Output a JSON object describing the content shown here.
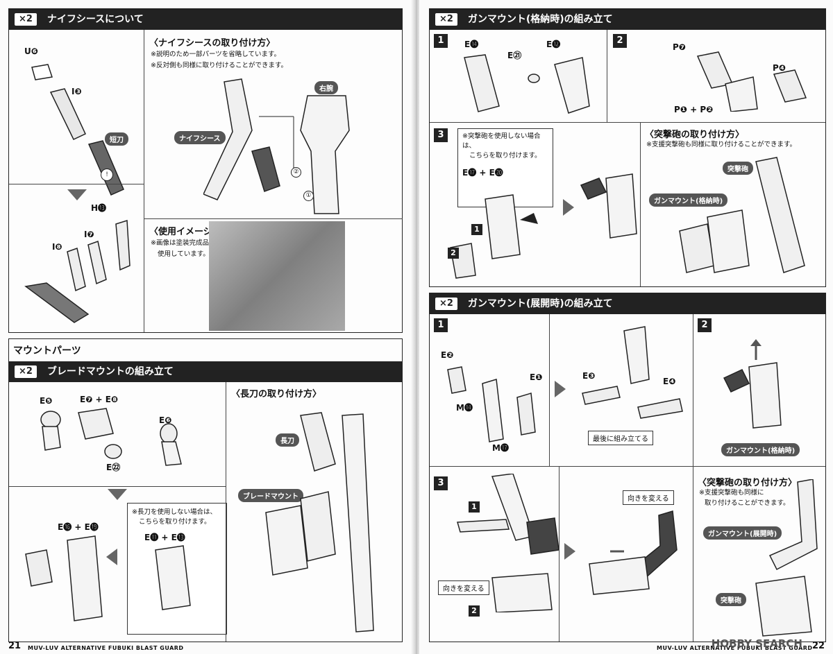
{
  "left_page": {
    "knife_sheath": {
      "badge": "×2",
      "title": "ナイフシースについて",
      "parts": {
        "u": "U❻",
        "i3": "I❸",
        "h": "H⓭",
        "i7": "I❼",
        "i8": "I❽"
      },
      "short_blade_tag": "短刀",
      "caution": "!",
      "install_title": "〈ナイフシースの取り付け方〉",
      "install_notes": [
        "※説明のため一部パーツを省略しています。",
        "※反対側も同様に取り付けることができます。"
      ],
      "right_arm_tag": "右腕",
      "knife_sheath_tag": "ナイフシース",
      "step1": "①",
      "step2": "②",
      "usage_title": "〈使用イメージ〉",
      "usage_notes": [
        "※画像は塗装完成品を",
        "使用しています。"
      ]
    },
    "mount_parts": {
      "title": "マウントパーツ",
      "blade_mount": {
        "badge": "×2",
        "title": "ブレードマウントの組み立て",
        "parts": {
          "e5": "E❺",
          "e7e8": "E❼ + E❽",
          "e6": "E❻",
          "e22": "E㉒",
          "e16e19": "E⓰ + E⓳",
          "e11e13": "E⓫ + E⓭"
        },
        "alt_notes": [
          "※長刀を使用しない場合は、",
          "こちらを取り付けます。"
        ],
        "long_blade_title": "〈長刀の取り付け方〉",
        "long_blade_tag": "長刀",
        "blade_mount_tag": "ブレードマウント"
      }
    },
    "footer": {
      "page_number": "21",
      "footer_title": "MUV-LUV ALTERNATIVE FUBUKI BLAST GUARD"
    }
  },
  "right_page": {
    "gunmount_stored": {
      "badge": "×2",
      "title": "ガンマウント(格納時)の組み立て",
      "step1_label": "1",
      "step2_label": "2",
      "step3_label": "3",
      "parts": {
        "e14": "E⓮",
        "e21": "E㉑",
        "e12": "E⓬",
        "p7": "P❼",
        "p4": "P❹",
        "p1p2": "P❶ + P❷",
        "e17e20": "E⓱ + E⓴"
      },
      "alt_notes": [
        "※突撃砲を使用しない場合は、",
        "こちらを取り付けます。"
      ],
      "assault_title": "〈突撃砲の取り付け方〉",
      "assault_note": "※支援突撃砲も同様に取り付けることができます。",
      "assault_tag": "突撃砲",
      "gunmount_stored_tag": "ガンマウント(格納時)"
    },
    "gunmount_deployed": {
      "badge": "×2",
      "title": "ガンマウント(展開時)の組み立て",
      "parts": {
        "e2": "E❷",
        "e1": "E❶",
        "m14": "M⓮",
        "m17": "M⓱",
        "e3": "E❸",
        "e4": "E❹"
      },
      "assemble_last": "最後に組み立てる",
      "gunmount_stored_tag": "ガンマウント(格納時)",
      "change_direction": "向きを変える",
      "assault_title": "〈突撃砲の取り付け方〉",
      "assault_notes": [
        "※支援突撃砲も同様に",
        "取り付けることができます。"
      ],
      "gunmount_deployed_tag": "ガンマウント(展開時)",
      "assault_tag": "突撃砲"
    },
    "footer": {
      "page_number": "22",
      "footer_title": "MUV-LUV ALTERNATIVE FUBUKI BLAST GUARD",
      "watermark": "HOBBY SEARCH"
    }
  }
}
